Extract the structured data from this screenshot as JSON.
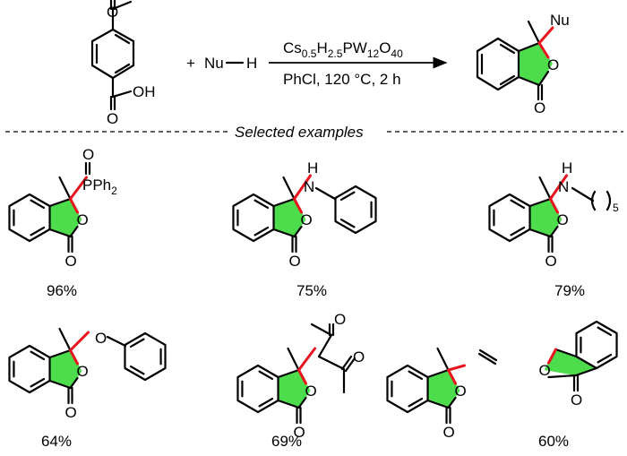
{
  "scheme": {
    "reagent_nucleophile": "Nu",
    "reagent_h": "H",
    "plus": "+",
    "catalyst": {
      "prefix": "Cs",
      "cs_sub": "0.5",
      "h": "H",
      "h_sub": "2.5",
      "pw": "PW",
      "w_sub": "12",
      "o": "O",
      "o_sub": "40"
    },
    "conditions": "PhCl, 120 °C, 2 h",
    "product_substituent": "Nu"
  },
  "section_label": "Selected examples",
  "colors": {
    "lactone_fill": "#4cdc4c",
    "new_bond": "#e8141e",
    "ink": "#000000"
  },
  "atoms": {
    "oxygen": "O",
    "hydroxyl": "OH",
    "nitrogen": "N",
    "hydrogen": "H",
    "phosphorus": "P",
    "phenyl_label": "Ph",
    "phenyl_count": "2",
    "chain_count": "5"
  },
  "examples": [
    {
      "id": "ex1",
      "substituent": "P(O)Ph2",
      "yield": "96%"
    },
    {
      "id": "ex2",
      "substituent": "NHPh",
      "yield": "75%"
    },
    {
      "id": "ex3",
      "substituent": "NH-(CH2)5",
      "yield": "79%"
    },
    {
      "id": "ex4",
      "substituent": "OPh",
      "yield": "64%"
    },
    {
      "id": "ex5",
      "substituent": "CH(COMe)2",
      "yield": "69%"
    },
    {
      "id": "ex6",
      "substituent": "isobenzofuranone-methylidene",
      "yield": "60%"
    }
  ]
}
